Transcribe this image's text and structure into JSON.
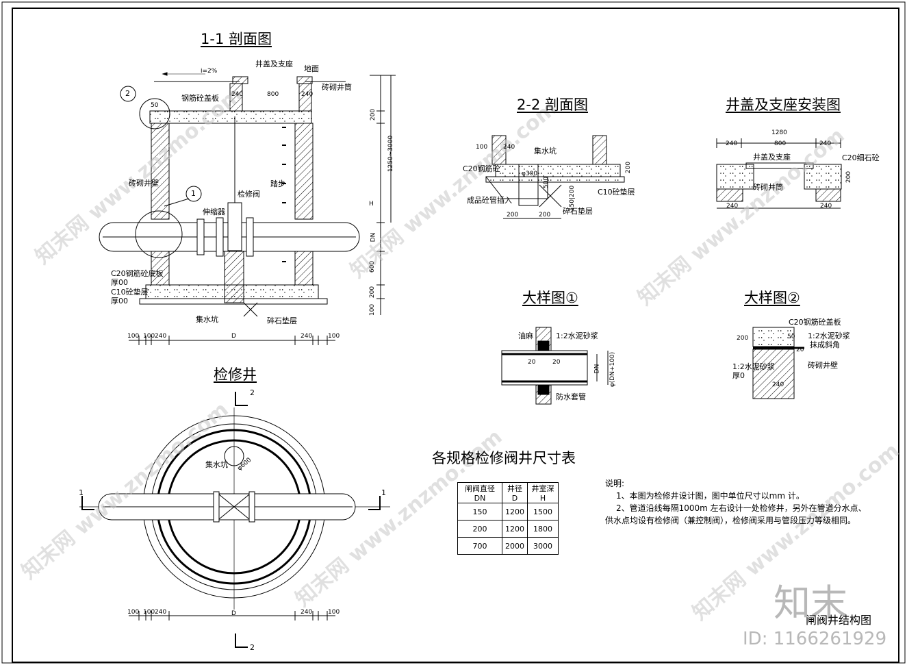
{
  "drawing": {
    "title_bottom": "闸阀井结构图",
    "sec11": {
      "title": "1-1 剖面图",
      "slope": "i=2%",
      "cover": "井盖及支座",
      "ground": "地面",
      "brick_shaft": "砖砌井筒",
      "rc_cover": "钢筋砼盖板",
      "d800": "800",
      "d240a": "240",
      "d240b": "240",
      "d50": "50",
      "d200a": "200",
      "d1250": "1250~3000",
      "H": "H",
      "DN": "DN",
      "d600": "600",
      "d200b": "200",
      "d100": "100",
      "brick_wall": "砖砌井壁",
      "steps": "踏步",
      "valve": "检修阀",
      "expand": "伸缩器",
      "c20": "C20钢筋砼底板",
      "c20t": "厚00",
      "c10": "C10砼垫层",
      "c10t": "厚00",
      "pit": "集水坑",
      "gravel": "碎石垫层",
      "bd": [
        "100",
        "100",
        "240",
        "D",
        "240",
        "100"
      ],
      "mark1": "1",
      "mark2": "2"
    },
    "sec22": {
      "title": "2-2 剖面图",
      "d100": "100",
      "d240": "240",
      "pit": "集水坑",
      "c20": "C20钢筋砼",
      "d300": "φ300",
      "d500": "500",
      "d200": "200",
      "c10": "C10砼垫层",
      "pipe": "成品砼管插入",
      "d150": "150|200",
      "gravel": "碎石垫层",
      "b1": "200",
      "b2": "200"
    },
    "cover": {
      "title": "井盖及支座安装图",
      "d1280": "1280",
      "d240a": "240",
      "d800": "800",
      "d240b": "240",
      "lid": "井盖及支座",
      "c20": "C20细石砼",
      "d200": "200",
      "shaft": "砖砌井筒",
      "b240a": "240",
      "b240b": "240"
    },
    "detail1": {
      "title": "大样图①",
      "hemp": "油麻",
      "mortar": "1:2水泥砂浆",
      "d20a": "20",
      "d20b": "20",
      "DN": "DN",
      "dn100": "φ(DN+100)",
      "sleeve": "防水套管"
    },
    "detail2": {
      "title": "大样图②",
      "rc": "C20钢筋砼盖板",
      "d200": "200",
      "d50": "50",
      "mortar": "1:2水泥砂浆",
      "bevel": "抹成斜角",
      "d20": "20",
      "mortar2": "1:2水泥砂浆",
      "thick": "厚0",
      "wall": "砖砌井壁",
      "d240": "240"
    },
    "plan": {
      "title": "检修井",
      "pit": "集水坑",
      "d600": "φ600",
      "s1l": "1",
      "s1r": "1",
      "s2t": "2",
      "s2b": "2",
      "bd": [
        "100",
        "100",
        "240",
        "D",
        "240",
        "100"
      ]
    },
    "table": {
      "title": "各规格检修阀井尺寸表",
      "headers": [
        "闸阀直径DN",
        "井径D",
        "井室深H"
      ],
      "rows": [
        [
          "150",
          "1200",
          "1500"
        ],
        [
          "200",
          "1200",
          "1800"
        ],
        [
          "700",
          "2000",
          "3000"
        ]
      ]
    },
    "notes": {
      "head": "说明:",
      "n1": "1、本图为检修井设计图，图中单位尺寸以mm 计。",
      "n2a": "2、管道沿线每隔1000m 左右设计一处检修井，另外在管道分水点、",
      "n2b": "供水点均设有检修阀（兼控制阀），检修阀采用与管段压力等级相同。"
    }
  },
  "watermark": {
    "text": "知末网 www.znzmo.com",
    "logo": "知末",
    "id": "ID: 1166261929"
  }
}
